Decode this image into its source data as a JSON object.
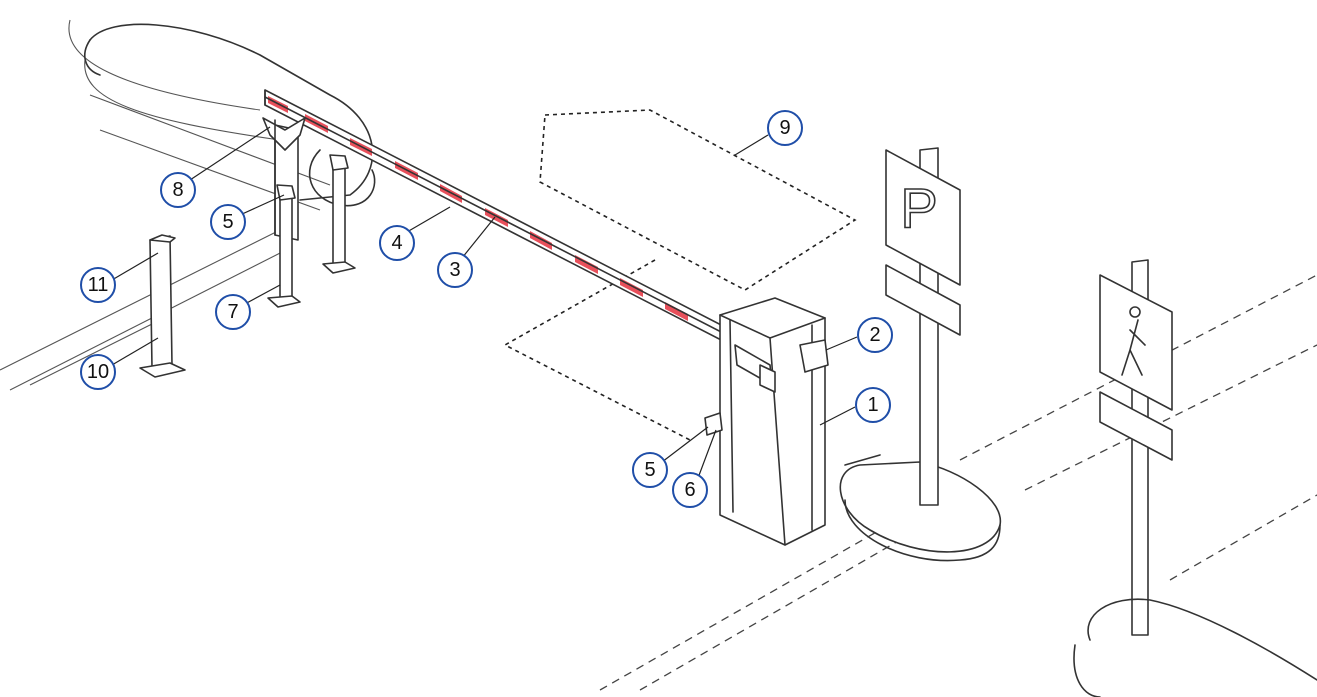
{
  "signs": {
    "parking_letter": "P"
  },
  "callouts": [
    {
      "id": "callout-1",
      "label": "1"
    },
    {
      "id": "callout-2",
      "label": "2"
    },
    {
      "id": "callout-3",
      "label": "3"
    },
    {
      "id": "callout-4",
      "label": "4"
    },
    {
      "id": "callout-5a",
      "label": "5"
    },
    {
      "id": "callout-5b",
      "label": "5"
    },
    {
      "id": "callout-6",
      "label": "6"
    },
    {
      "id": "callout-7",
      "label": "7"
    },
    {
      "id": "callout-8",
      "label": "8"
    },
    {
      "id": "callout-9",
      "label": "9"
    },
    {
      "id": "callout-10",
      "label": "10"
    },
    {
      "id": "callout-11",
      "label": "11"
    }
  ],
  "colors": {
    "callout_ring": "#1f4ea8",
    "boom_stripe": "#e8505b",
    "line": "#333333"
  }
}
